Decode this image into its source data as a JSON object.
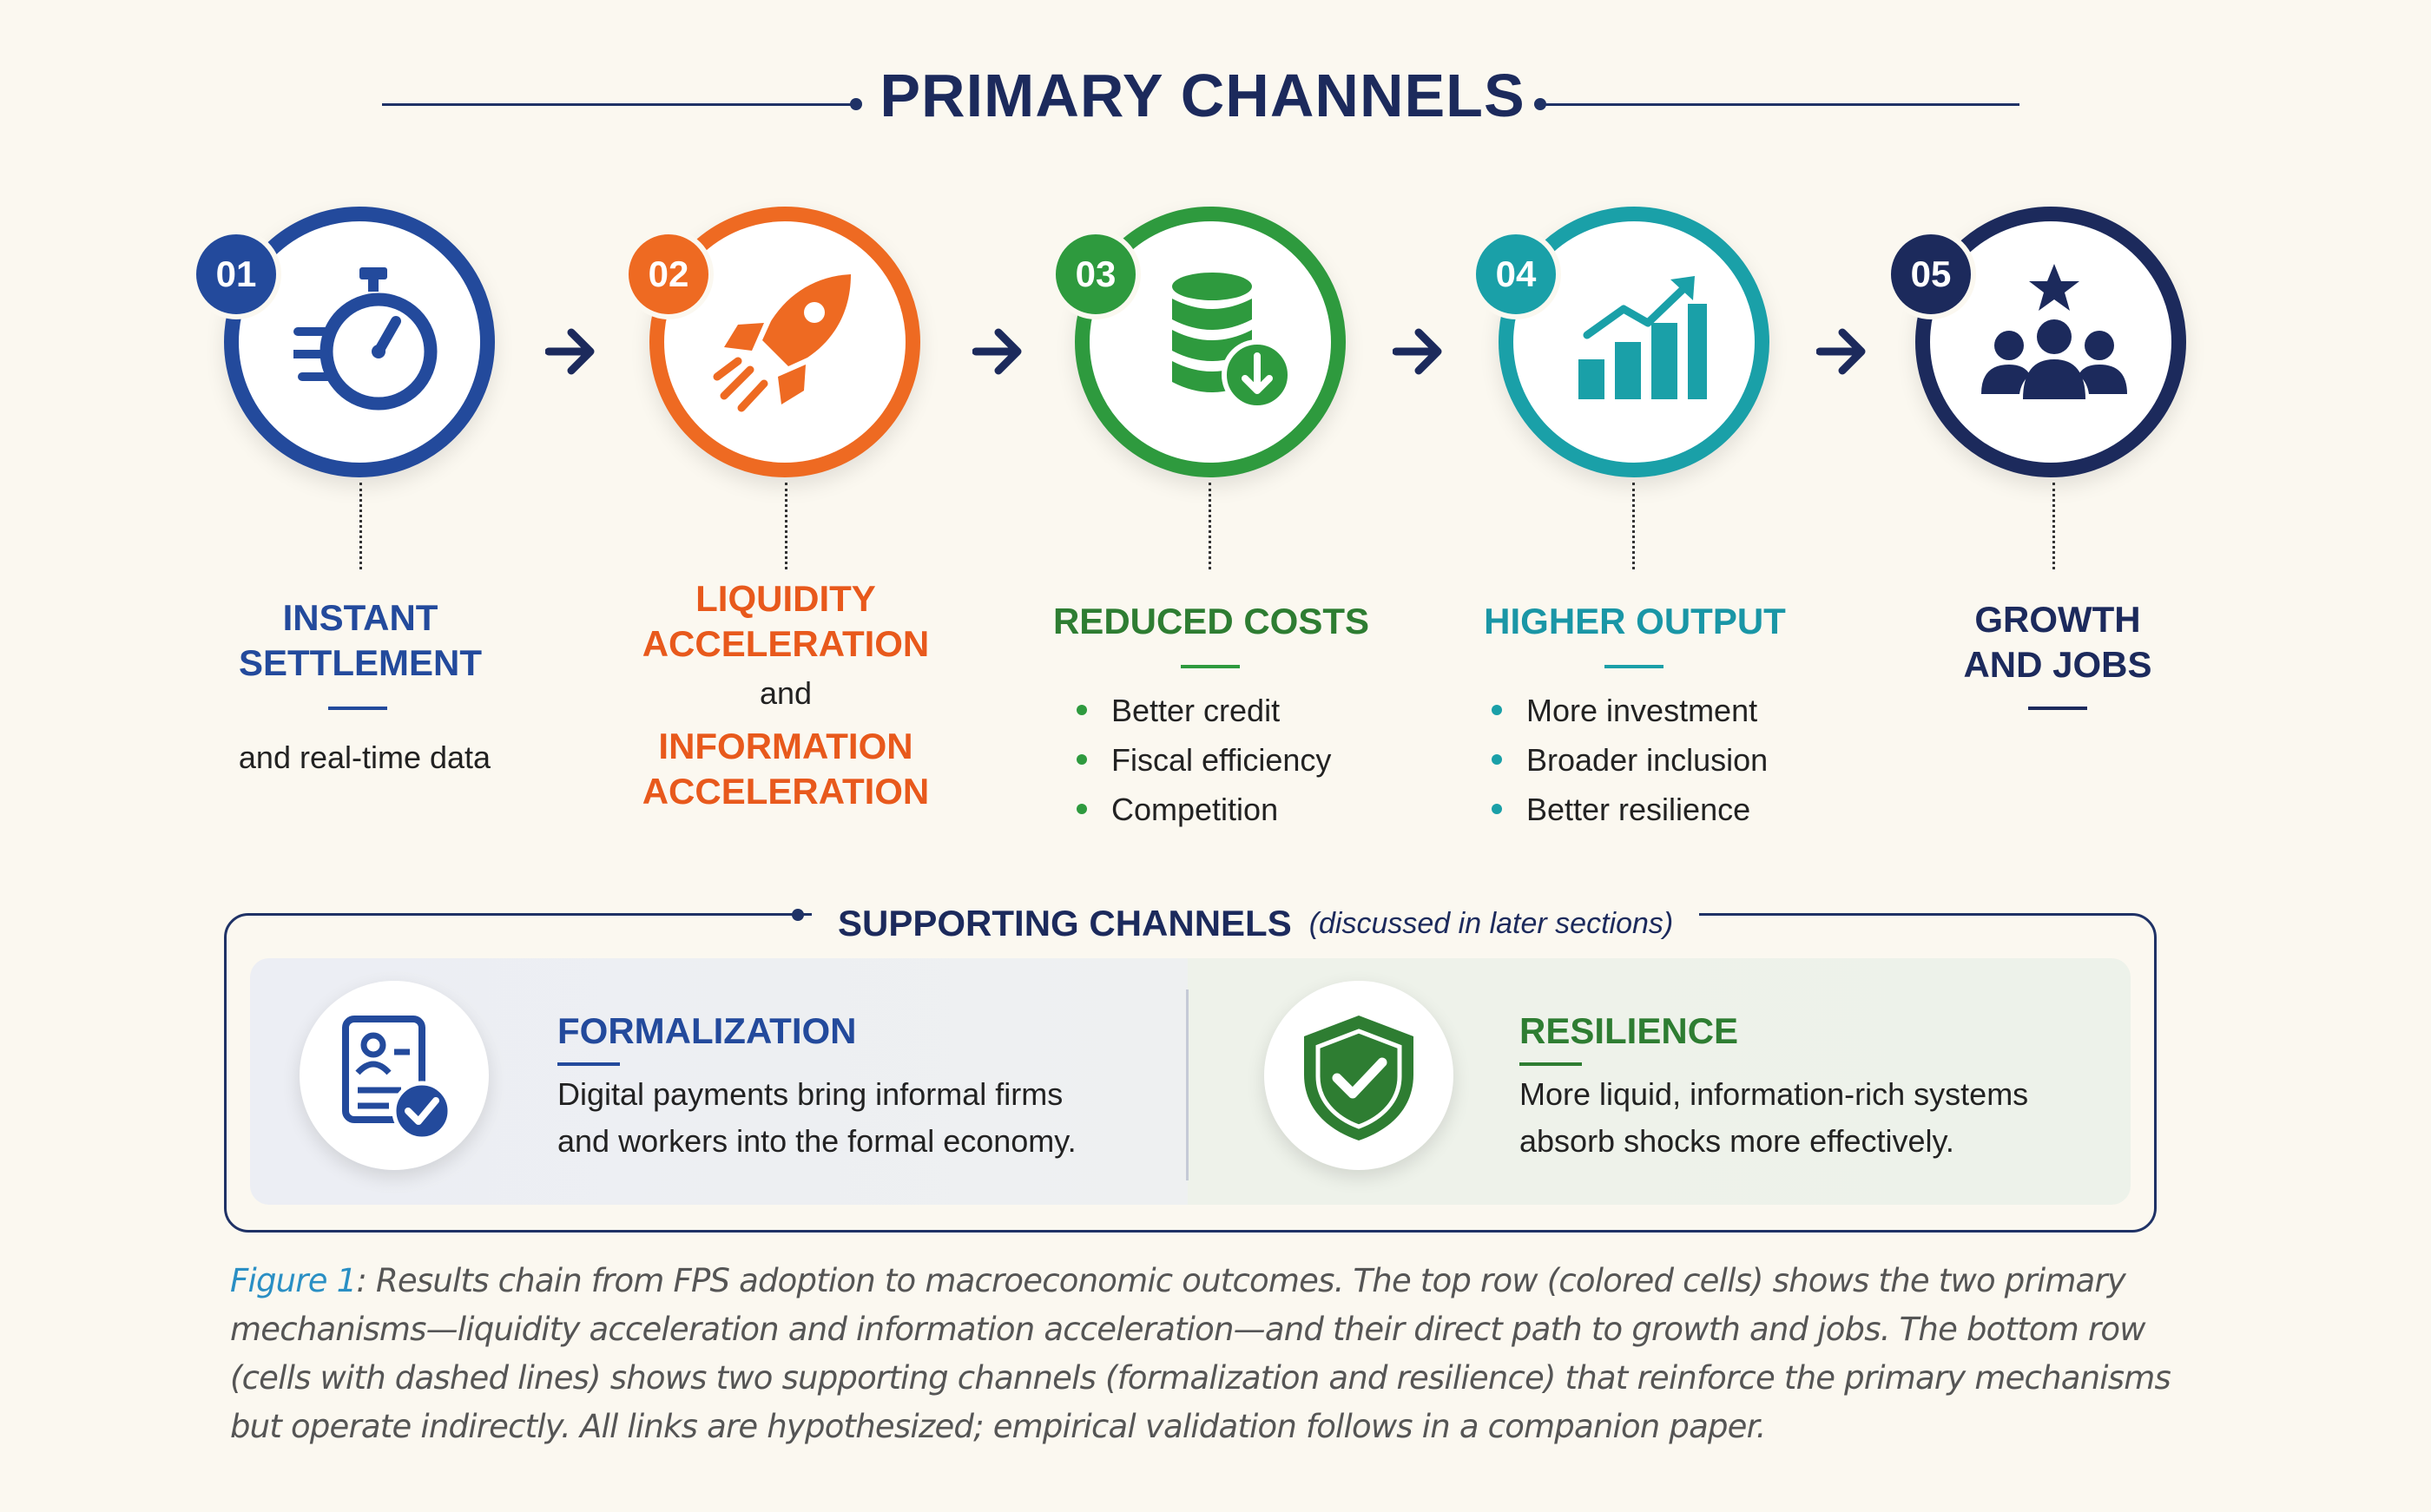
{
  "header": {
    "title": "PRIMARY CHANNELS"
  },
  "steps": [
    {
      "number": "01",
      "title_lines": [
        "INSTANT",
        "SETTLEMENT"
      ],
      "sub": "and real-time data",
      "color": "#234a9c",
      "icon": "stopwatch-icon"
    },
    {
      "number": "02",
      "title_lines": [
        "LIQUIDITY",
        "ACCELERATION"
      ],
      "connector": "and",
      "title2_lines": [
        "INFORMATION",
        "ACCELERATION"
      ],
      "color": "#ee6a22",
      "icon": "rocket-icon"
    },
    {
      "number": "03",
      "title": "REDUCED COSTS",
      "bullets": [
        "Better credit",
        "Fiscal efficiency",
        "Competition"
      ],
      "color": "#2e9a3e",
      "icon": "coins-down-icon"
    },
    {
      "number": "04",
      "title": "HIGHER OUTPUT",
      "bullets": [
        "More investment",
        "Broader inclusion",
        "Better resilience"
      ],
      "color": "#1aa0a8",
      "icon": "growth-chart-icon"
    },
    {
      "number": "05",
      "title_lines": [
        "GROWTH",
        "AND JOBS"
      ],
      "color": "#1c2a5c",
      "icon": "people-star-icon"
    }
  ],
  "supporting": {
    "title": "SUPPORTING CHANNELS",
    "note": "(discussed in later sections)",
    "items": [
      {
        "title": "FORMALIZATION",
        "text_lines": [
          "Digital payments bring informal firms",
          "and workers into the formal economy."
        ],
        "color": "#234a9c",
        "icon": "id-card-check-icon"
      },
      {
        "title": "RESILIENCE",
        "text_lines": [
          "More liquid, information-rich systems",
          "absorb shocks more effectively."
        ],
        "color": "#2e7d32",
        "icon": "shield-check-icon"
      }
    ]
  },
  "caption": {
    "lead": "Figure 1",
    "lines": [
      ": Results chain from FPS adoption to macroeconomic outcomes. The top row (colored cells) shows the two primary",
      "mechanisms—liquidity acceleration and information acceleration—and their direct path to growth and jobs. The bottom row",
      "(cells with dashed lines) shows two supporting channels (formalization and resilience) that reinforce the primary mechanisms",
      "but operate indirectly. All links are hypothesized; empirical validation follows in a companion paper."
    ]
  }
}
